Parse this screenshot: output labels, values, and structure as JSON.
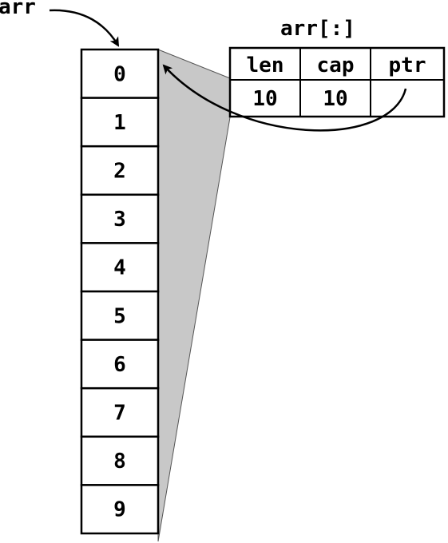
{
  "array": {
    "label": "arr",
    "cells": [
      "0",
      "1",
      "2",
      "3",
      "4",
      "5",
      "6",
      "7",
      "8",
      "9"
    ]
  },
  "slice": {
    "label": "arr[:]",
    "headers": [
      "len",
      "cap",
      "ptr"
    ],
    "values": [
      "10",
      "10",
      ""
    ]
  },
  "colors": {
    "stroke": "#000000",
    "shade": "#c8c8c8",
    "background": "#ffffff"
  }
}
